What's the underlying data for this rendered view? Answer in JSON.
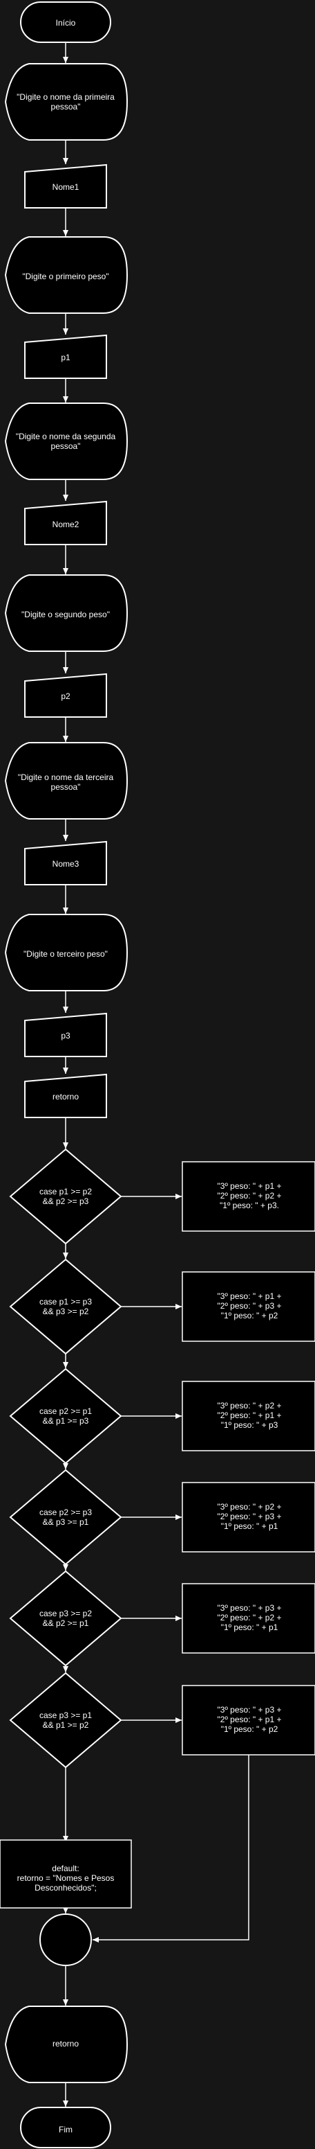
{
  "flowchart": {
    "start": "Início",
    "end": "Fim",
    "inputs": [
      {
        "prompt": "\"Digite o nome da primeira pessoa\"",
        "variable": "Nome1"
      },
      {
        "prompt": "\"Digite o primeiro peso\"",
        "variable": "p1"
      },
      {
        "prompt": "\"Digite o nome da segunda pessoa\"",
        "variable": "Nome2"
      },
      {
        "prompt": "\"Digite o segundo peso\"",
        "variable": "p2"
      },
      {
        "prompt": "\"Digite o nome da terceira pessoa\"",
        "variable": "Nome3"
      },
      {
        "prompt": "\"Digite o terceiro peso\"",
        "variable": "p3"
      }
    ],
    "retorno_input": "retorno",
    "cases": [
      {
        "condition": "case p1 >= p2\n&& p2 >= p3",
        "result": "\"3º peso: \" + p1 +\n\"2º peso: \" + p2 +\n\"1º peso: \" + p3."
      },
      {
        "condition": "case p1 >= p3\n&& p3 >= p2",
        "result": "\"3º peso: \" + p1 +\n\"2º peso: \" + p3 +\n\"1º peso: \" + p2"
      },
      {
        "condition": "case p2 >= p1\n&& p1 >= p3",
        "result": "\"3º peso: \" + p2 +\n\"2º peso: \" + p1 +\n\"1º peso: \" + p3"
      },
      {
        "condition": "case p2 >= p3\n&& p3 >= p1",
        "result": "\"3º peso: \" + p2 +\n\"2º peso: \" + p3 +\n\"1º peso: \" + p1"
      },
      {
        "condition": "case p3 >= p2\n&& p2 >= p1",
        "result": "\"3º peso: \" + p3 +\n\"2º peso: \" + p2 +\n\"1º peso: \" + p1"
      },
      {
        "condition": "case p3 >= p1\n&& p1 >= p2",
        "result": "\"3º peso: \" + p3 +\n\"2º peso: \" + p1 +\n\"1º peso: \" + p2"
      }
    ],
    "default_text": "default:\nretorno = \"Nomes e Pesos\nDesconhecidos\";",
    "output": "retorno",
    "colors": {
      "background": "#161616",
      "stroke": "#ffffff",
      "fill": "#000000",
      "text": "#ffffff"
    }
  }
}
